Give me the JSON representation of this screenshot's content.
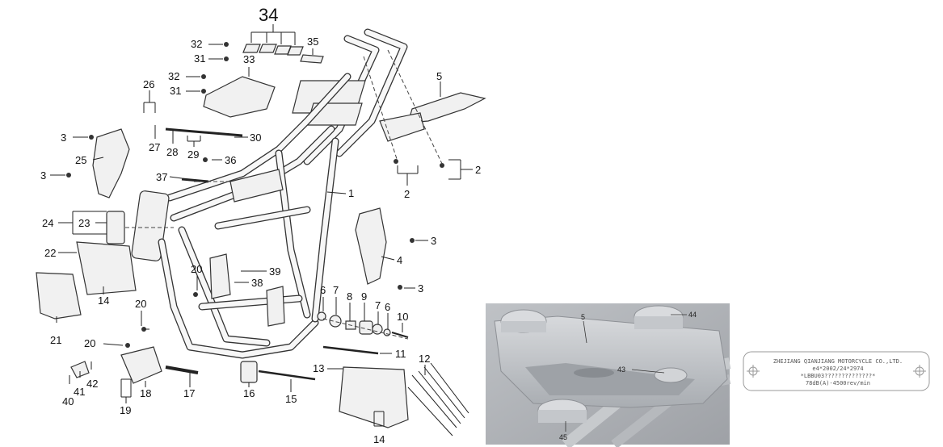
{
  "callouts": {
    "c34": "34",
    "c35": "35",
    "c32a": "32",
    "c31a": "31",
    "c33": "33",
    "c32b": "32",
    "c31b": "31",
    "c26": "26",
    "c5": "5",
    "c3a": "3",
    "c25": "25",
    "c27": "27",
    "c28": "28",
    "c29": "29",
    "c30": "30",
    "c3b": "3",
    "c36": "36",
    "c37": "37",
    "c1": "1",
    "c2a": "2",
    "c2b": "2",
    "c24": "24",
    "c23": "23",
    "c22": "22",
    "c4": "4",
    "c3c": "3",
    "c3d": "3",
    "c20a": "20",
    "c39": "39",
    "c38": "38",
    "c21": "21",
    "c14a": "14",
    "c20b": "20",
    "c6a": "6",
    "c7a": "7",
    "c8": "8",
    "c9": "9",
    "c7b": "7",
    "c6b": "6",
    "c10": "10",
    "c20c": "20",
    "c11": "11",
    "c12": "12",
    "c13": "13",
    "c42": "42",
    "c41": "41",
    "c40": "40",
    "c18": "18",
    "c17": "17",
    "c16": "16",
    "c15": "15",
    "c19": "19",
    "c14b": "14"
  },
  "photo": {
    "l5": "5",
    "l44": "44",
    "l43": "43",
    "l45": "45"
  },
  "plate": {
    "line1": "ZHEJIANG QIANJIANG MOTORCYCLE CO.,LTD.",
    "line2": "e4*2002/24*2974",
    "line3": "*LBBU03??????????????*",
    "line4": "78dB(A)-4500rev/min"
  }
}
